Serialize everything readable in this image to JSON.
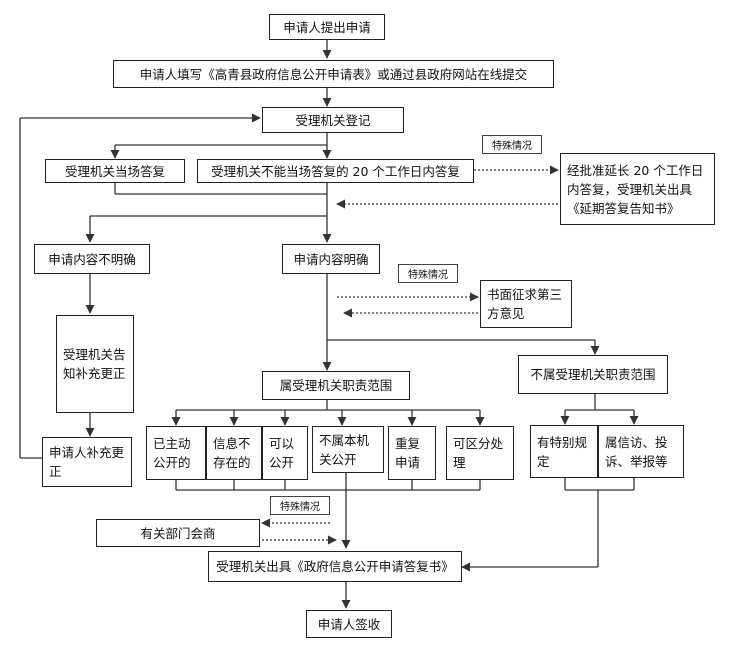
{
  "colors": {
    "line": "#333333",
    "box_border": "#222222",
    "background": "#ffffff"
  },
  "nodes": {
    "apply": "申请人提出申请",
    "fill_form": "申请人填写《高青县政府信息公开申请表》或通过县政府网站在线提交",
    "register": "受理机关登记",
    "immediate": "受理机关当场答复",
    "within20": "受理机关不能当场答复的 20 个工作日内答复",
    "special1": "特殊情况",
    "extend": "经批准延长 20 个工作日内答复，受理机关出具《延期答复告知书》",
    "unclear": "申请内容不明确",
    "clear": "申请内容明确",
    "special2": "特殊情况",
    "third_party": "书面征求第三方意见",
    "notify_supplement": "受理机关告知补充更正",
    "applicant_supplement": "申请人补充更正",
    "in_scope": "属受理机关职责范围",
    "out_scope": "不属受理机关职责范围",
    "disclosed": "已主动公开的",
    "not_exist": "信息不存在的",
    "can_disclose": "可以公开",
    "not_public": "不属本机关公开",
    "repeat": "重复申请",
    "separable": "可区分处理",
    "special_rules": "有特别规定",
    "petition": "属信访、投诉、举报等",
    "special3": "特殊情况",
    "consult": "有关部门会商",
    "reply_letter": "受理机关出具《政府信息公开申请答复书》",
    "sign": "申请人签收"
  }
}
